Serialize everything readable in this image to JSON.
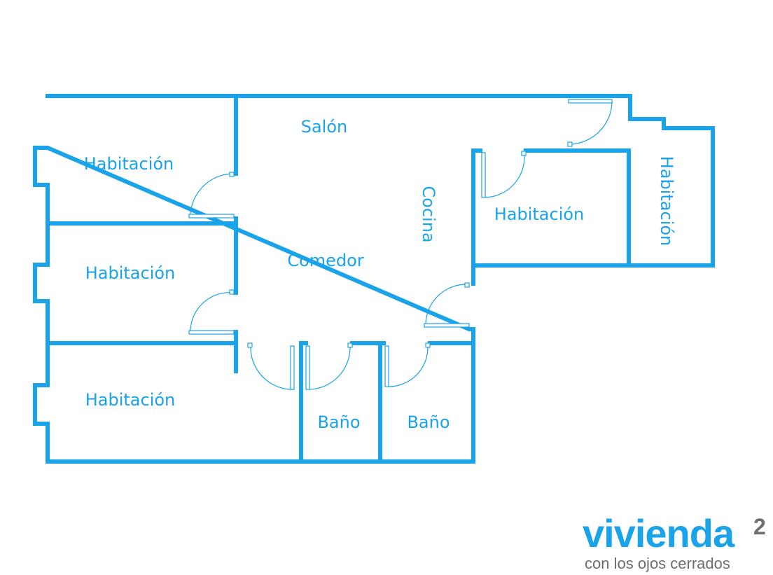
{
  "colors": {
    "wall": "#1aa3e8",
    "label": "#1aa3e8",
    "logo_primary": "#1aa3e8",
    "logo_secondary": "#6d6e71"
  },
  "rooms": {
    "salon": "Salón",
    "comedor": "Comedor",
    "cocina": "Cocina",
    "hab_top_left": "Habitación",
    "hab_mid_left": "Habitación",
    "hab_bottom_left": "Habitación",
    "hab_center_right": "Habitación",
    "hab_far_right": "Habitación",
    "bano_1": "Baño",
    "bano_2": "Baño"
  },
  "logo": {
    "word": "vivienda",
    "superscript": "2",
    "tagline": "con los ojos cerrados"
  }
}
